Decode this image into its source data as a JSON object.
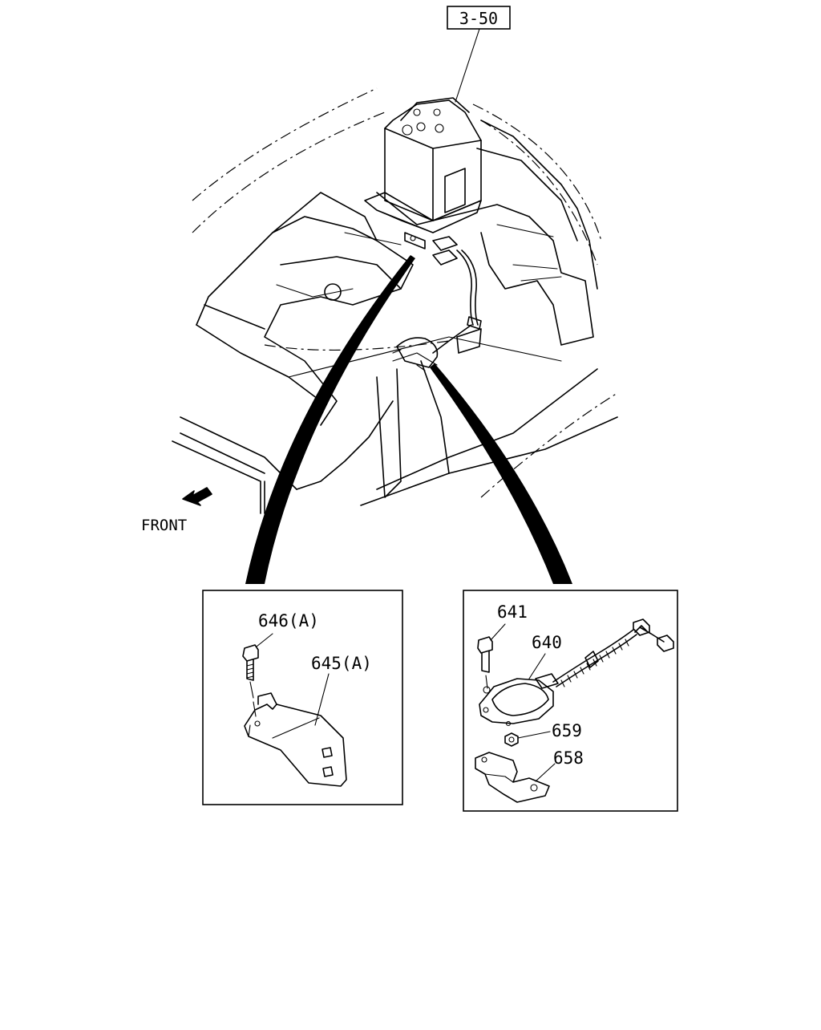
{
  "reference": {
    "label": "3-50"
  },
  "direction": {
    "label": "FRONT",
    "icon": "front-arrow-icon"
  },
  "detail_left": {
    "callouts": [
      {
        "id": "646a",
        "text": "646(A)",
        "part": "bolt"
      },
      {
        "id": "645a",
        "text": "645(A)",
        "part": "bracket"
      }
    ]
  },
  "detail_right": {
    "callouts": [
      {
        "id": "641",
        "text": "641",
        "part": "bolt"
      },
      {
        "id": "640",
        "text": "640",
        "part": "height sensor"
      },
      {
        "id": "659",
        "text": "659",
        "part": "nut"
      },
      {
        "id": "658",
        "text": "658",
        "part": "bracket"
      }
    ]
  }
}
